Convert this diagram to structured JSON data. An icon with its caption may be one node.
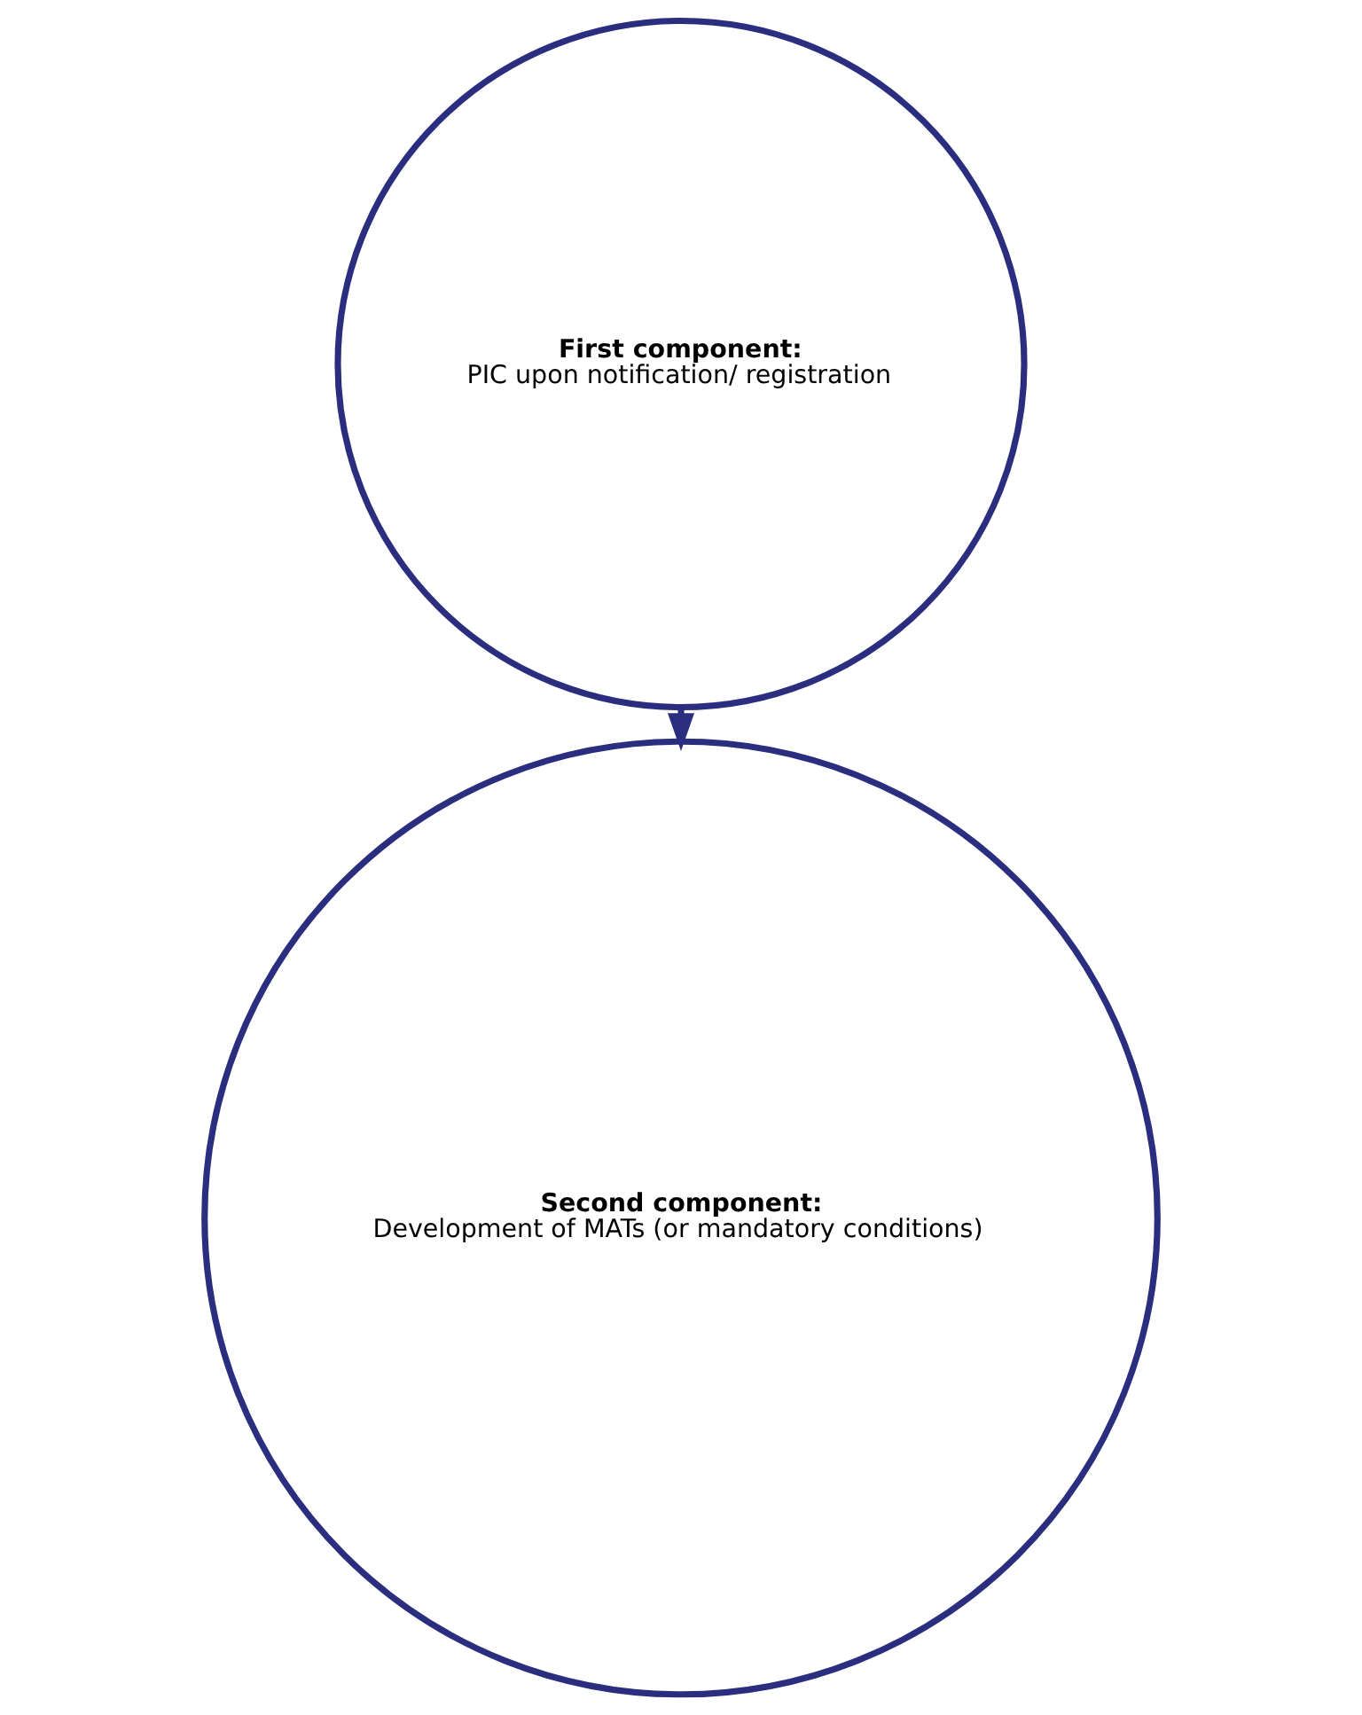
{
  "diagram": {
    "nodes": [
      {
        "text": [
          "First component:",
          "PIC upon notification/ registration"
        ]
      },
      {
        "text": [
          "Second component:",
          "Development of MATs (or mandatory conditions)"
        ]
      }
    ],
    "edges": [
      {
        "from": 0,
        "to": 1,
        "arrow": "to"
      }
    ]
  }
}
